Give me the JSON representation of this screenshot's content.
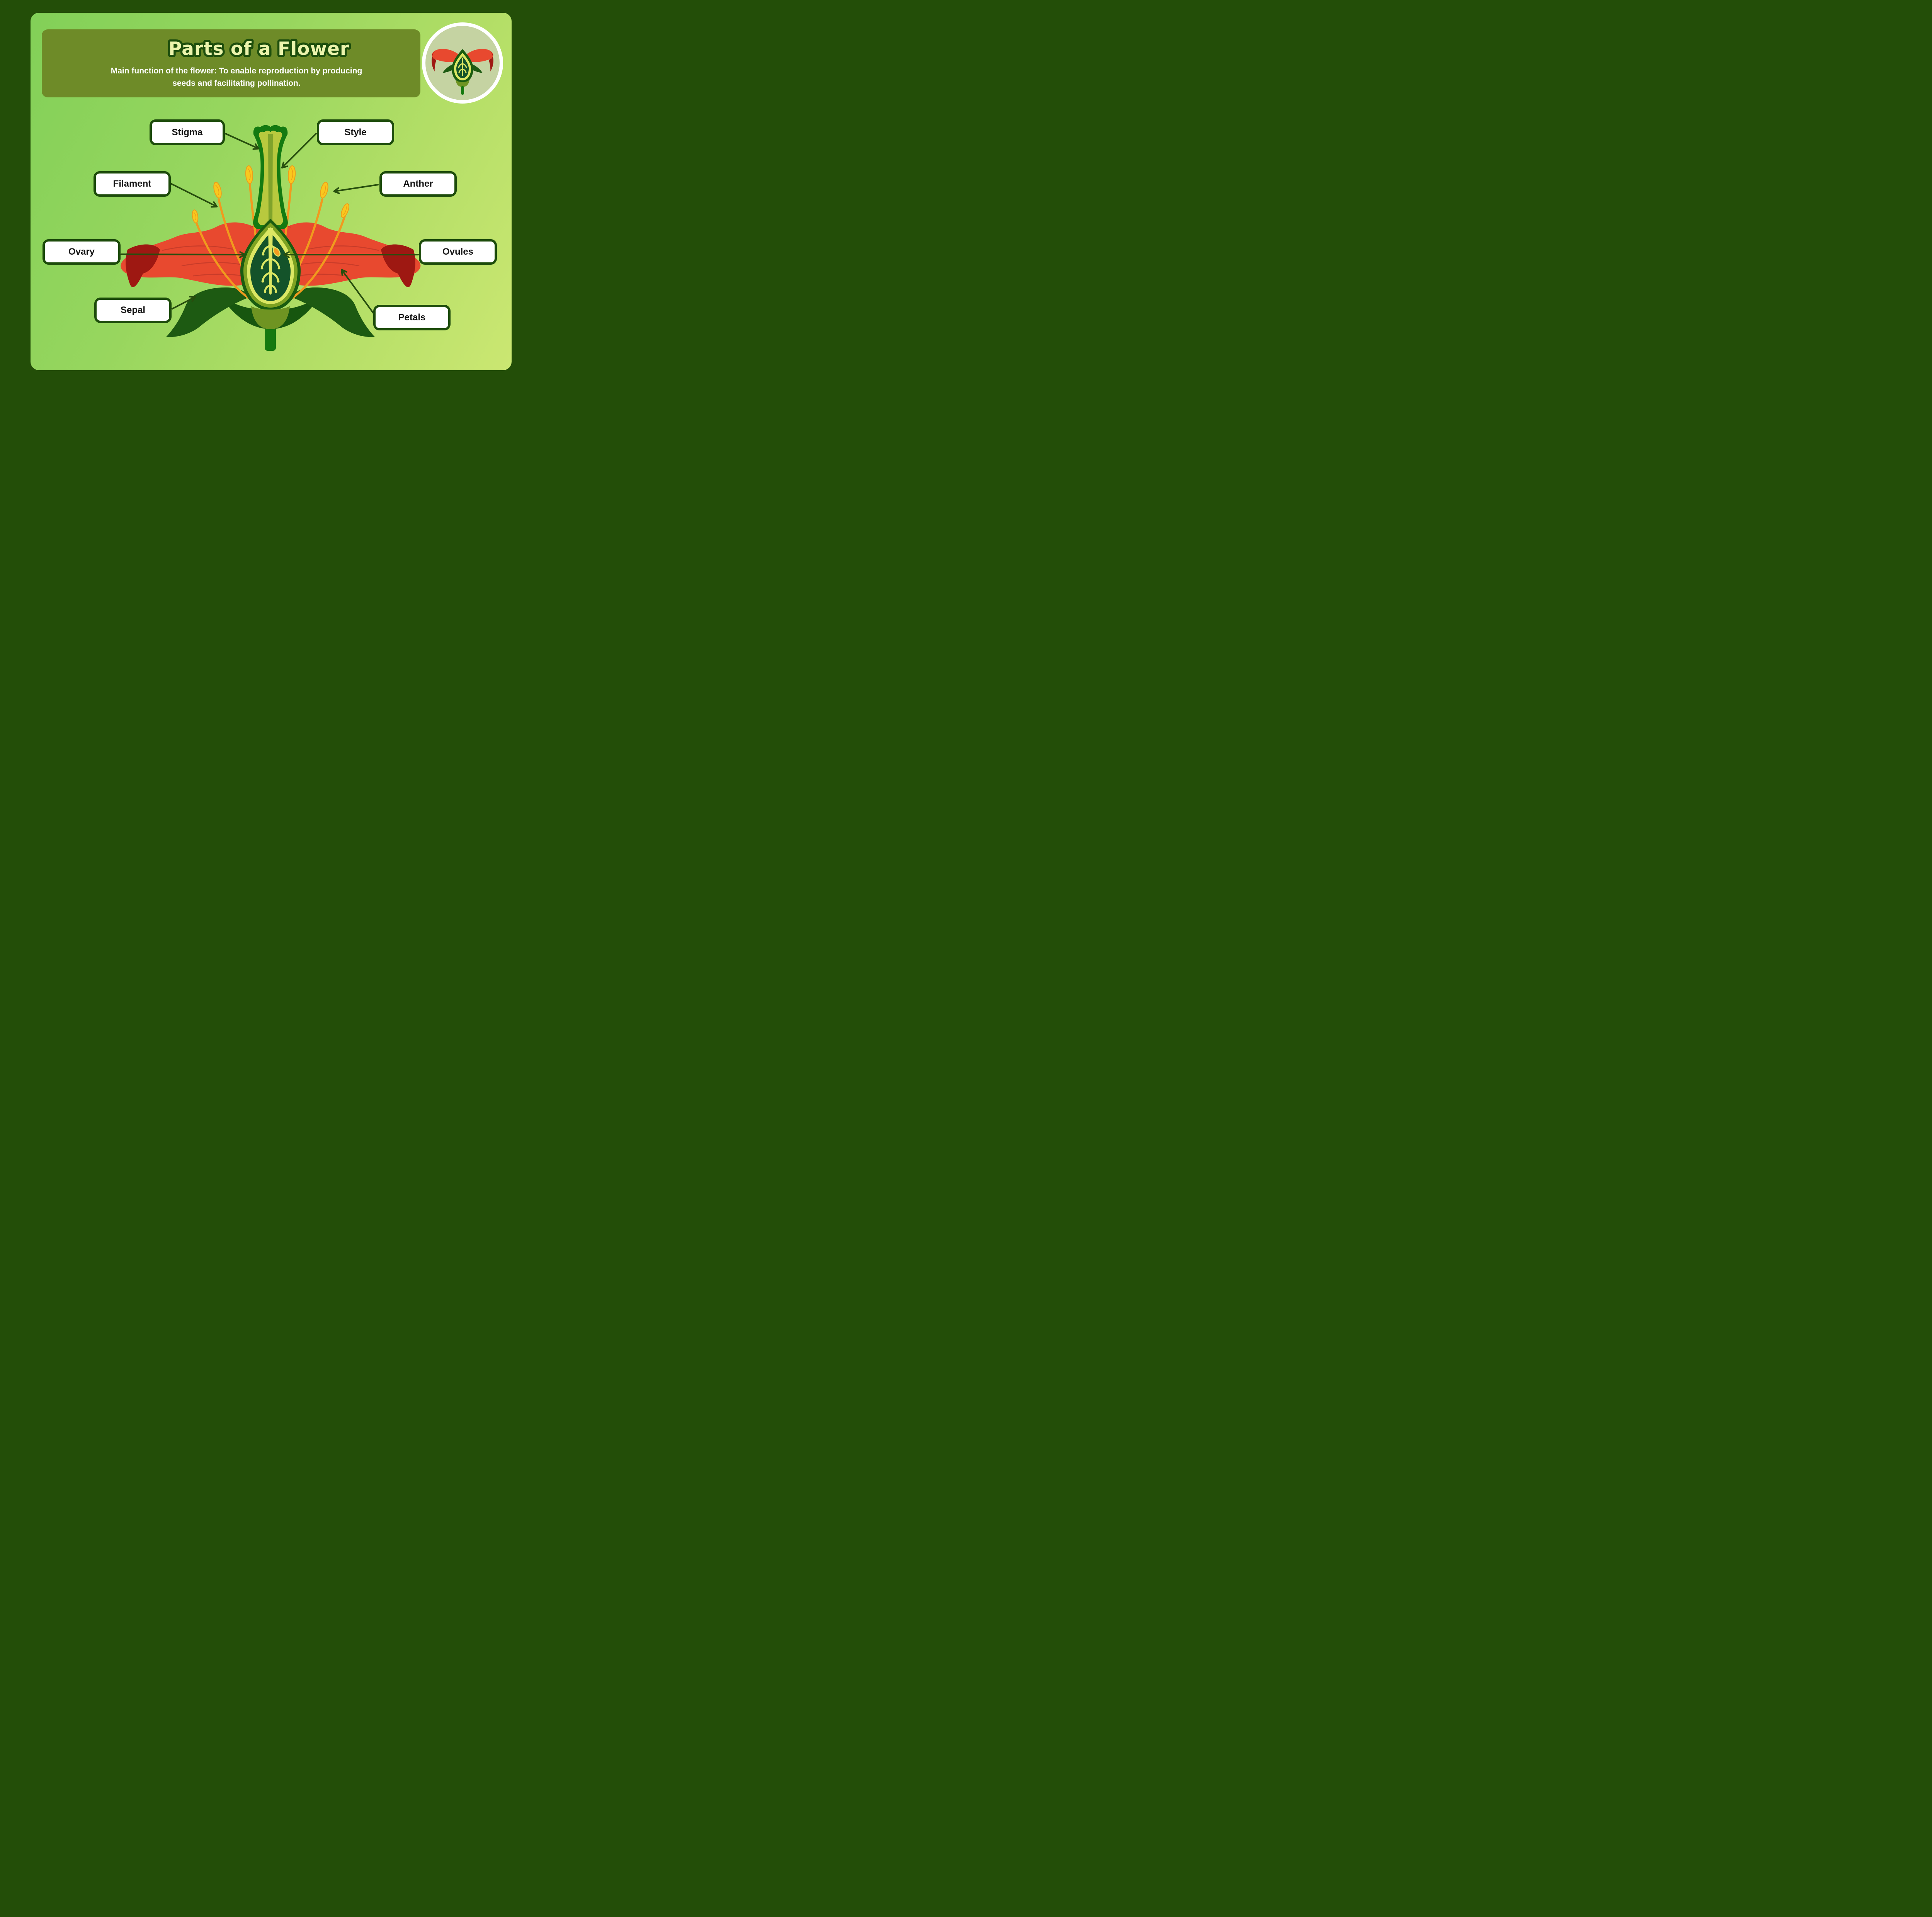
{
  "page": {
    "title": "Parts of a Flower",
    "subtitle_line1": "Main function of the flower: To enable reproduction by producing",
    "subtitle_line2": "seeds and facilitating pollination."
  },
  "labels": {
    "stigma": "Stigma",
    "style": "Style",
    "filament": "Filament",
    "anther": "Anther",
    "ovary": "Ovary",
    "ovules": "Ovules",
    "sepal": "Sepal",
    "petals": "Petals"
  },
  "icons": {
    "badge": "flower-cross-section-icon"
  },
  "colors": {
    "frame": "#234e08",
    "panel_gradient_start": "#82d058",
    "panel_gradient_end": "#cbe772",
    "header_bg": "#6e8b28",
    "title_fill": "#ecf4ac",
    "title_outline": "#1d4e0c",
    "subtitle_text": "#ffffff",
    "label_bg": "#ffffff",
    "label_border": "#1d4c0b",
    "label_text": "#131313",
    "arrow": "#274e0e",
    "petal_red": "#e8492f",
    "petal_detail": "#c43a29",
    "petal_dark_red": "#9e1812",
    "sepal_green": "#1d5a12",
    "stem_green": "#15790f",
    "style_outline_green": "#137a11",
    "style_inner": "#b8c93e",
    "style_stripe": "#7fa32b",
    "filament_orange": "#f09a1e",
    "anther_yellow": "#f9c81e",
    "ovary_outline": "#1a5c10",
    "ovary_olive_ring": "#7ea222",
    "ovary_pale_ring": "#dce763",
    "ovary_interior": "#14532a",
    "ovule_orange": "#f29c1f",
    "receptacle_cup": "#6f9422",
    "badge_bg": "#c5d3a2",
    "badge_ring": "#ffffff"
  }
}
